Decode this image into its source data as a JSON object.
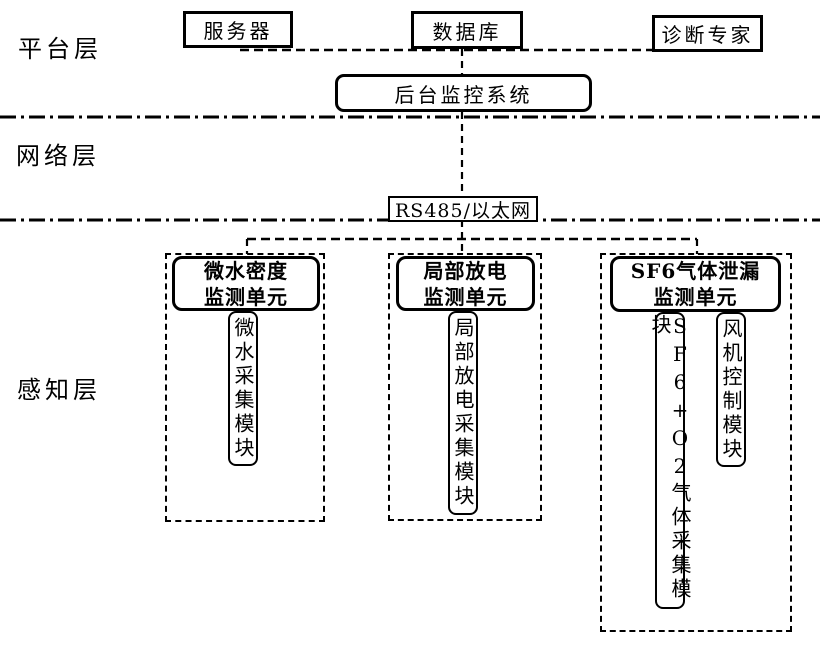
{
  "colors": {
    "ink": "#000000",
    "background": "#ffffff"
  },
  "layers": {
    "platform_label": "平台层",
    "network_label": "网络层",
    "perception_label": "感知层"
  },
  "platform": {
    "server_label": "服务器",
    "database_label": "数据库",
    "expert_label": "诊断专家",
    "monitor_label": "后台监控系统"
  },
  "network": {
    "bus_label": "RS485/以太网"
  },
  "perception": {
    "units": [
      {
        "title_line1": "微水密度",
        "title_line2": "监测单元",
        "modules": [
          "微水采集模块"
        ]
      },
      {
        "title_line1": "局部放电",
        "title_line2": "监测单元",
        "modules": [
          "局部放电采集模块"
        ]
      },
      {
        "title_line1": "SF6气体泄漏",
        "title_line2": "监测单元",
        "modules": [
          "SF6+O2气体采集模块",
          "风机控制模块"
        ]
      }
    ]
  }
}
